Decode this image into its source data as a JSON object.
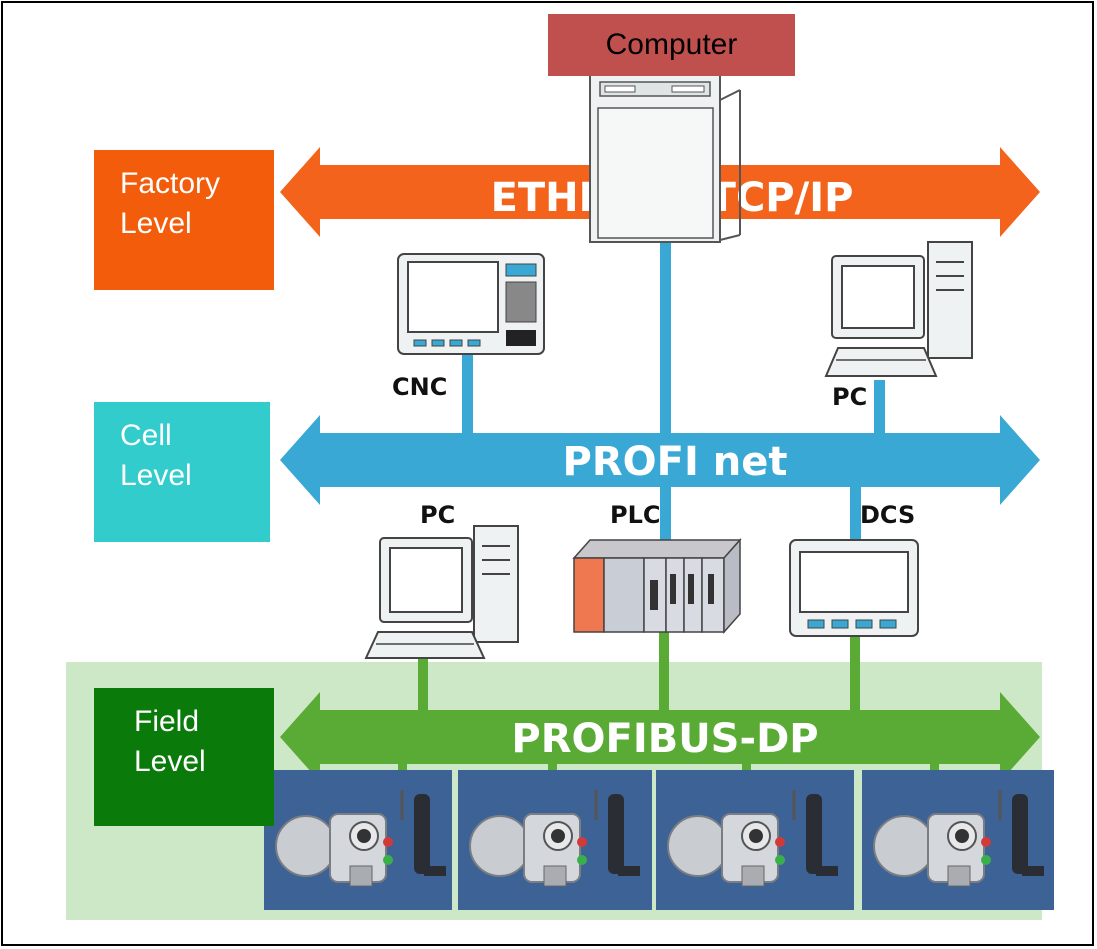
{
  "diagram": {
    "computer_label": "Computer",
    "levels": [
      {
        "line1": "Factory",
        "line2": "Level",
        "color": "#f25c0a"
      },
      {
        "line1": "Cell",
        "line2": "Level",
        "color": "#33cccc"
      },
      {
        "line1": "Field",
        "line2": "Level",
        "color": "#0a7a0a"
      }
    ],
    "buses": [
      {
        "label": "ETHENET/TCP/IP",
        "color": "#f4631b"
      },
      {
        "label": "PROFI net",
        "color": "#3aa8d4"
      },
      {
        "label": "PROFIBUS-DP",
        "color": "#5aab35"
      }
    ],
    "devices": {
      "cnc": "CNC",
      "pc_cell": "PC",
      "pc_field": "PC",
      "plc": "PLC",
      "dcs": "DCS"
    },
    "field_zone_color": "#cde8c7",
    "actuator_count": 4
  }
}
